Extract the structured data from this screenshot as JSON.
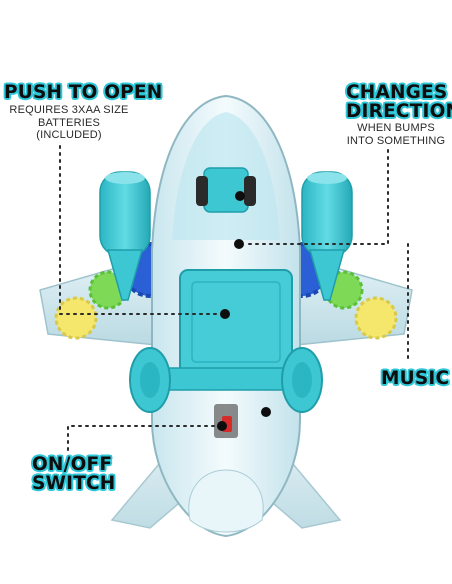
{
  "callouts": {
    "push_to_open": {
      "title": "PUSH TO OPEN",
      "lines": [
        "REQUIRES 3XAA SIZE",
        "BATTERIES",
        "(INCLUDED)"
      ]
    },
    "changes_direction": {
      "title_lines": [
        "CHANGES",
        "DIRECTION"
      ],
      "lines": [
        "WHEN BUMPS",
        "INTO SOMETHING"
      ]
    },
    "music": {
      "title": "MUSIC"
    },
    "on_off_switch": {
      "title_lines": [
        "ON/OFF",
        "SWITCH"
      ]
    }
  },
  "colors": {
    "accent_outline": "#2fc7d8",
    "toy_teal": "#3cc7d3",
    "toy_teal_dark": "#1f9eaa",
    "clear_plastic": "#d9eef3",
    "gear_blue": "#2a5fd6",
    "gear_green": "#7ed957",
    "gear_yellow": "#f4e76b",
    "switch_red": "#d62b2b"
  }
}
